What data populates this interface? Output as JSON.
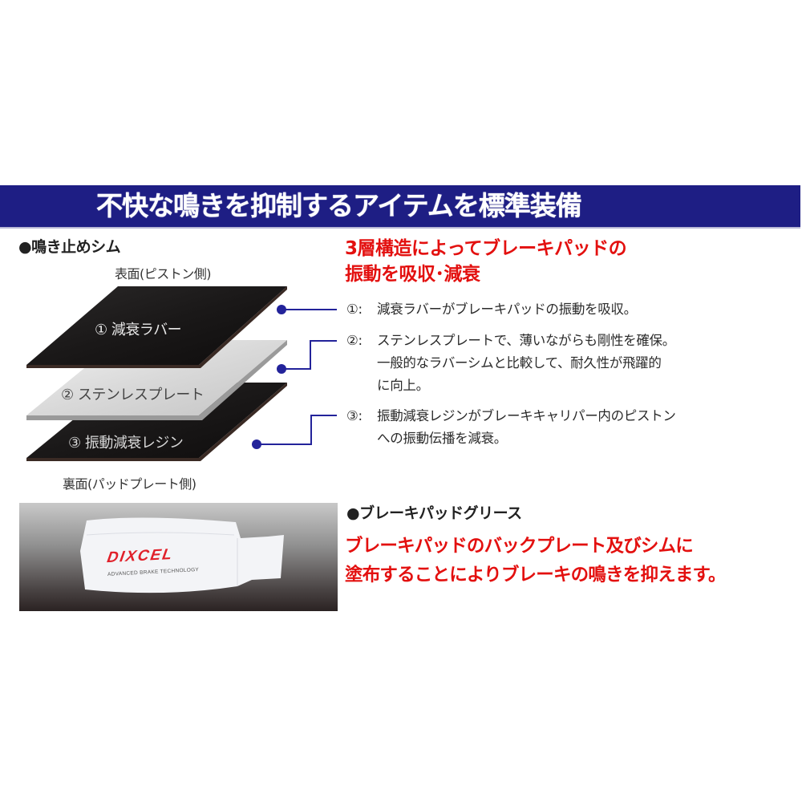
{
  "banner": {
    "title": "不快な鳴きを抑制するアイテムを標準装備",
    "background_color": "#1e1e84"
  },
  "shim_section": {
    "title": "●鳴き止めシム",
    "top_face_label": "表面(ピストン側)",
    "bottom_face_label": "裏面(パッドプレート側)",
    "layers": [
      {
        "label": "① 減衰ラバー",
        "color": "#1c1a1a"
      },
      {
        "label": "② ステンレスプレート",
        "color": "#d8d8d8"
      },
      {
        "label": "③ 振動減衰レジン",
        "color": "#1c1a1a"
      }
    ],
    "headline_line1": "3層構造によってブレーキパッドの",
    "headline_line2": "振動を吸収･減衰",
    "headline_color": "#e3100f",
    "connector_color": "#23239a",
    "descriptions": [
      {
        "num": "①:",
        "lines": [
          "減衰ラバーがブレーキパッドの振動を吸収。"
        ]
      },
      {
        "num": "②:",
        "lines": [
          "ステンレスプレートで、薄いながらも剛性を確保。",
          "一般的なラバーシムと比較して、耐久性が飛躍的",
          "に向上。"
        ]
      },
      {
        "num": "③:",
        "lines": [
          "振動減衰レジンがブレーキキャリパー内のピストン",
          "への振動伝播を減衰。"
        ]
      }
    ]
  },
  "grease_section": {
    "title": "●ブレーキパッドグリース",
    "lead_line1": "ブレーキパッドのバックプレート及びシムに",
    "lead_line2": "塗布することによりブレーキの鳴きを抑えます。",
    "product": {
      "brand": "DIXCEL",
      "tagline": "ADVANCED BRAKE TECHNOLOGY"
    }
  }
}
